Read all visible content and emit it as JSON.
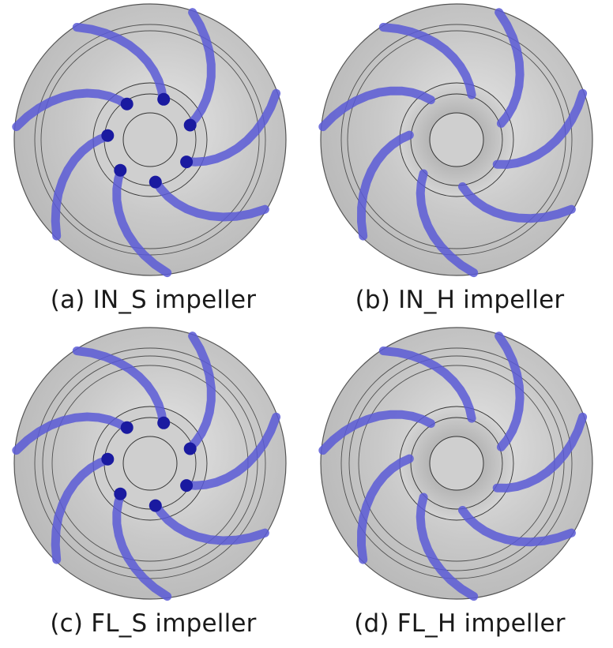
{
  "panels": [
    {
      "id": "a",
      "caption": "(a) IN_S impeller",
      "variant": "IN",
      "blade_type": "S"
    },
    {
      "id": "b",
      "caption": "(b) IN_H impeller",
      "variant": "IN",
      "blade_type": "H"
    },
    {
      "id": "c",
      "caption": "(c) FL_S impeller",
      "variant": "FL",
      "blade_type": "S"
    },
    {
      "id": "d",
      "caption": "(d) FL_H impeller",
      "variant": "FL",
      "blade_type": "H"
    }
  ],
  "colors": {
    "disk": "#c9c9c9",
    "disk_edge": "#555555",
    "blade": "#5a5ad6",
    "blade_dark": "#1a1aa0",
    "hub": "#cfcfcf"
  }
}
